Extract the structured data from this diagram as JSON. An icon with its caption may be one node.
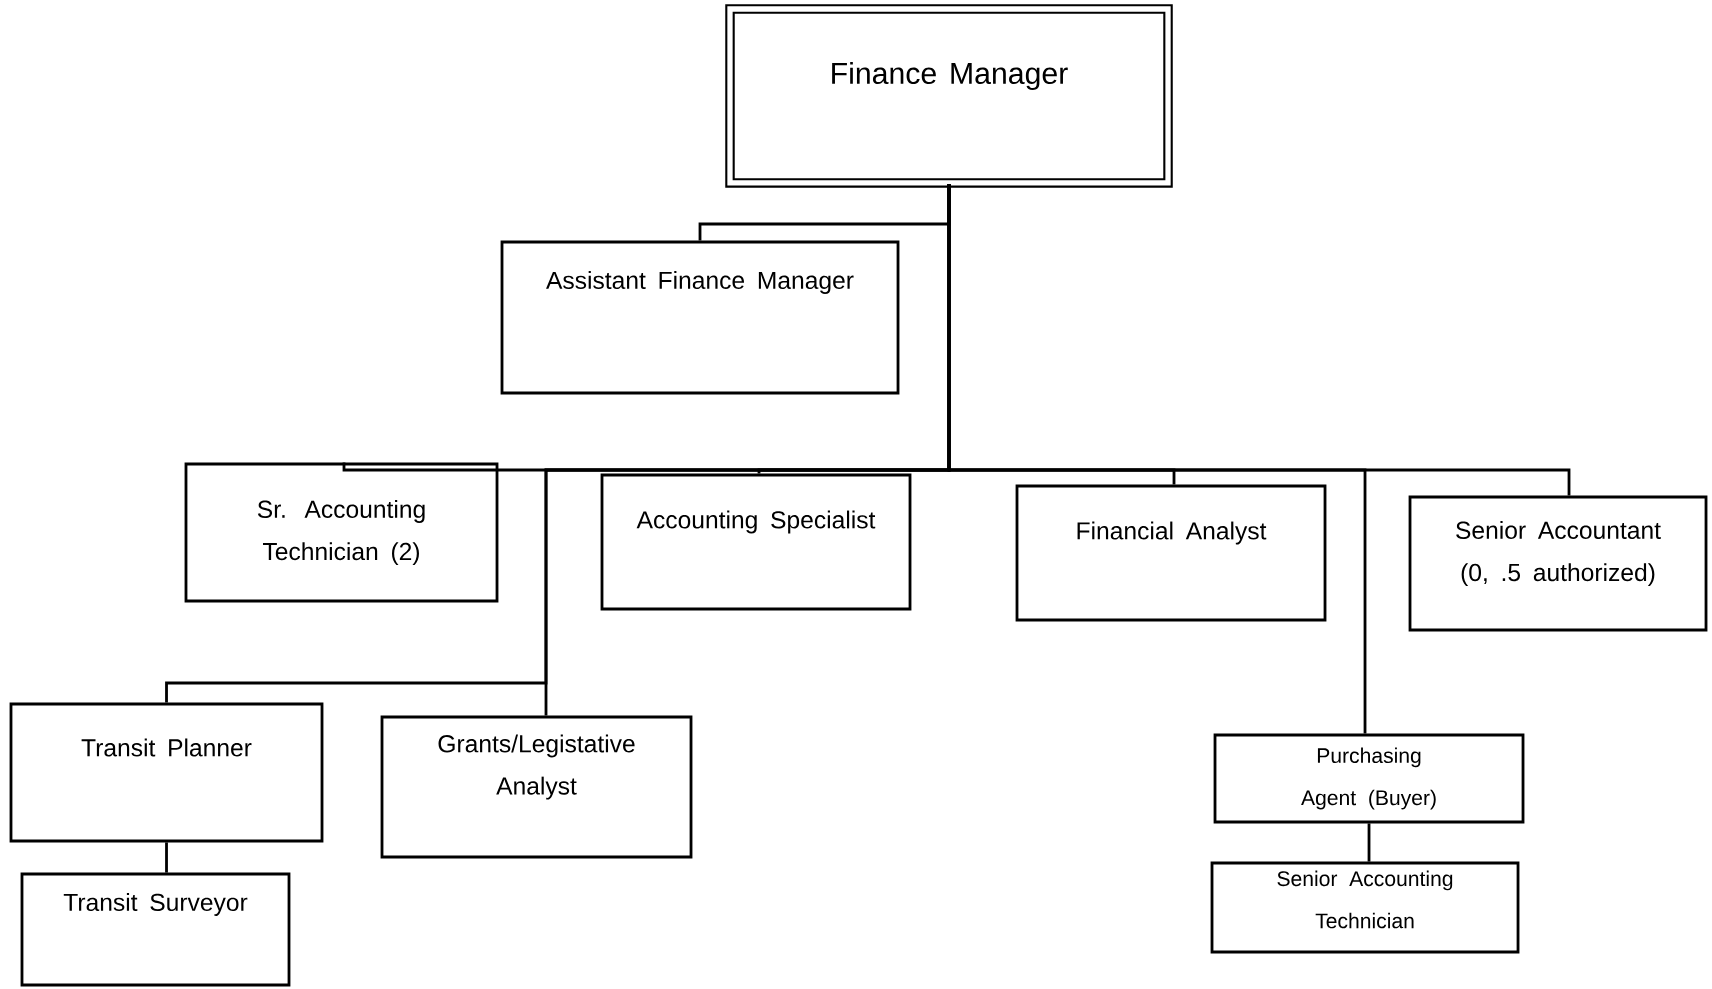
{
  "diagram": {
    "nodes": [
      {
        "text": [
          "Finance Manager"
        ]
      },
      {
        "text": [
          "Assistant Finance Manager"
        ]
      },
      {
        "text": [
          "Sr. Accounting Technician (2)"
        ]
      },
      {
        "text": [
          "Accounting Specialist"
        ]
      },
      {
        "text": [
          "Financial Analyst"
        ]
      },
      {
        "text": [
          "Senior Accountant (0, .5 authorized)"
        ]
      },
      {
        "text": [
          "Transit Planner"
        ]
      },
      {
        "text": [
          "Grants/Legistative Analyst"
        ]
      },
      {
        "text": [
          "Purchasing Agent (Buyer)"
        ]
      },
      {
        "text": [
          "Transit Surveyor"
        ]
      },
      {
        "text": [
          "Senior Accounting Technician"
        ]
      }
    ],
    "edges": [
      {
        "from": 0,
        "to": 1,
        "arrow": "none"
      },
      {
        "from": 0,
        "to": 2,
        "arrow": "none"
      },
      {
        "from": 0,
        "to": 3,
        "arrow": "none"
      },
      {
        "from": 0,
        "to": 4,
        "arrow": "none"
      },
      {
        "from": 0,
        "to": 5,
        "arrow": "none"
      },
      {
        "from": 0,
        "to": 6,
        "arrow": "none"
      },
      {
        "from": 0,
        "to": 7,
        "arrow": "none"
      },
      {
        "from": 0,
        "to": 8,
        "arrow": "none"
      },
      {
        "from": 6,
        "to": 9,
        "arrow": "none"
      },
      {
        "from": 8,
        "to": 10,
        "arrow": "none"
      }
    ]
  }
}
